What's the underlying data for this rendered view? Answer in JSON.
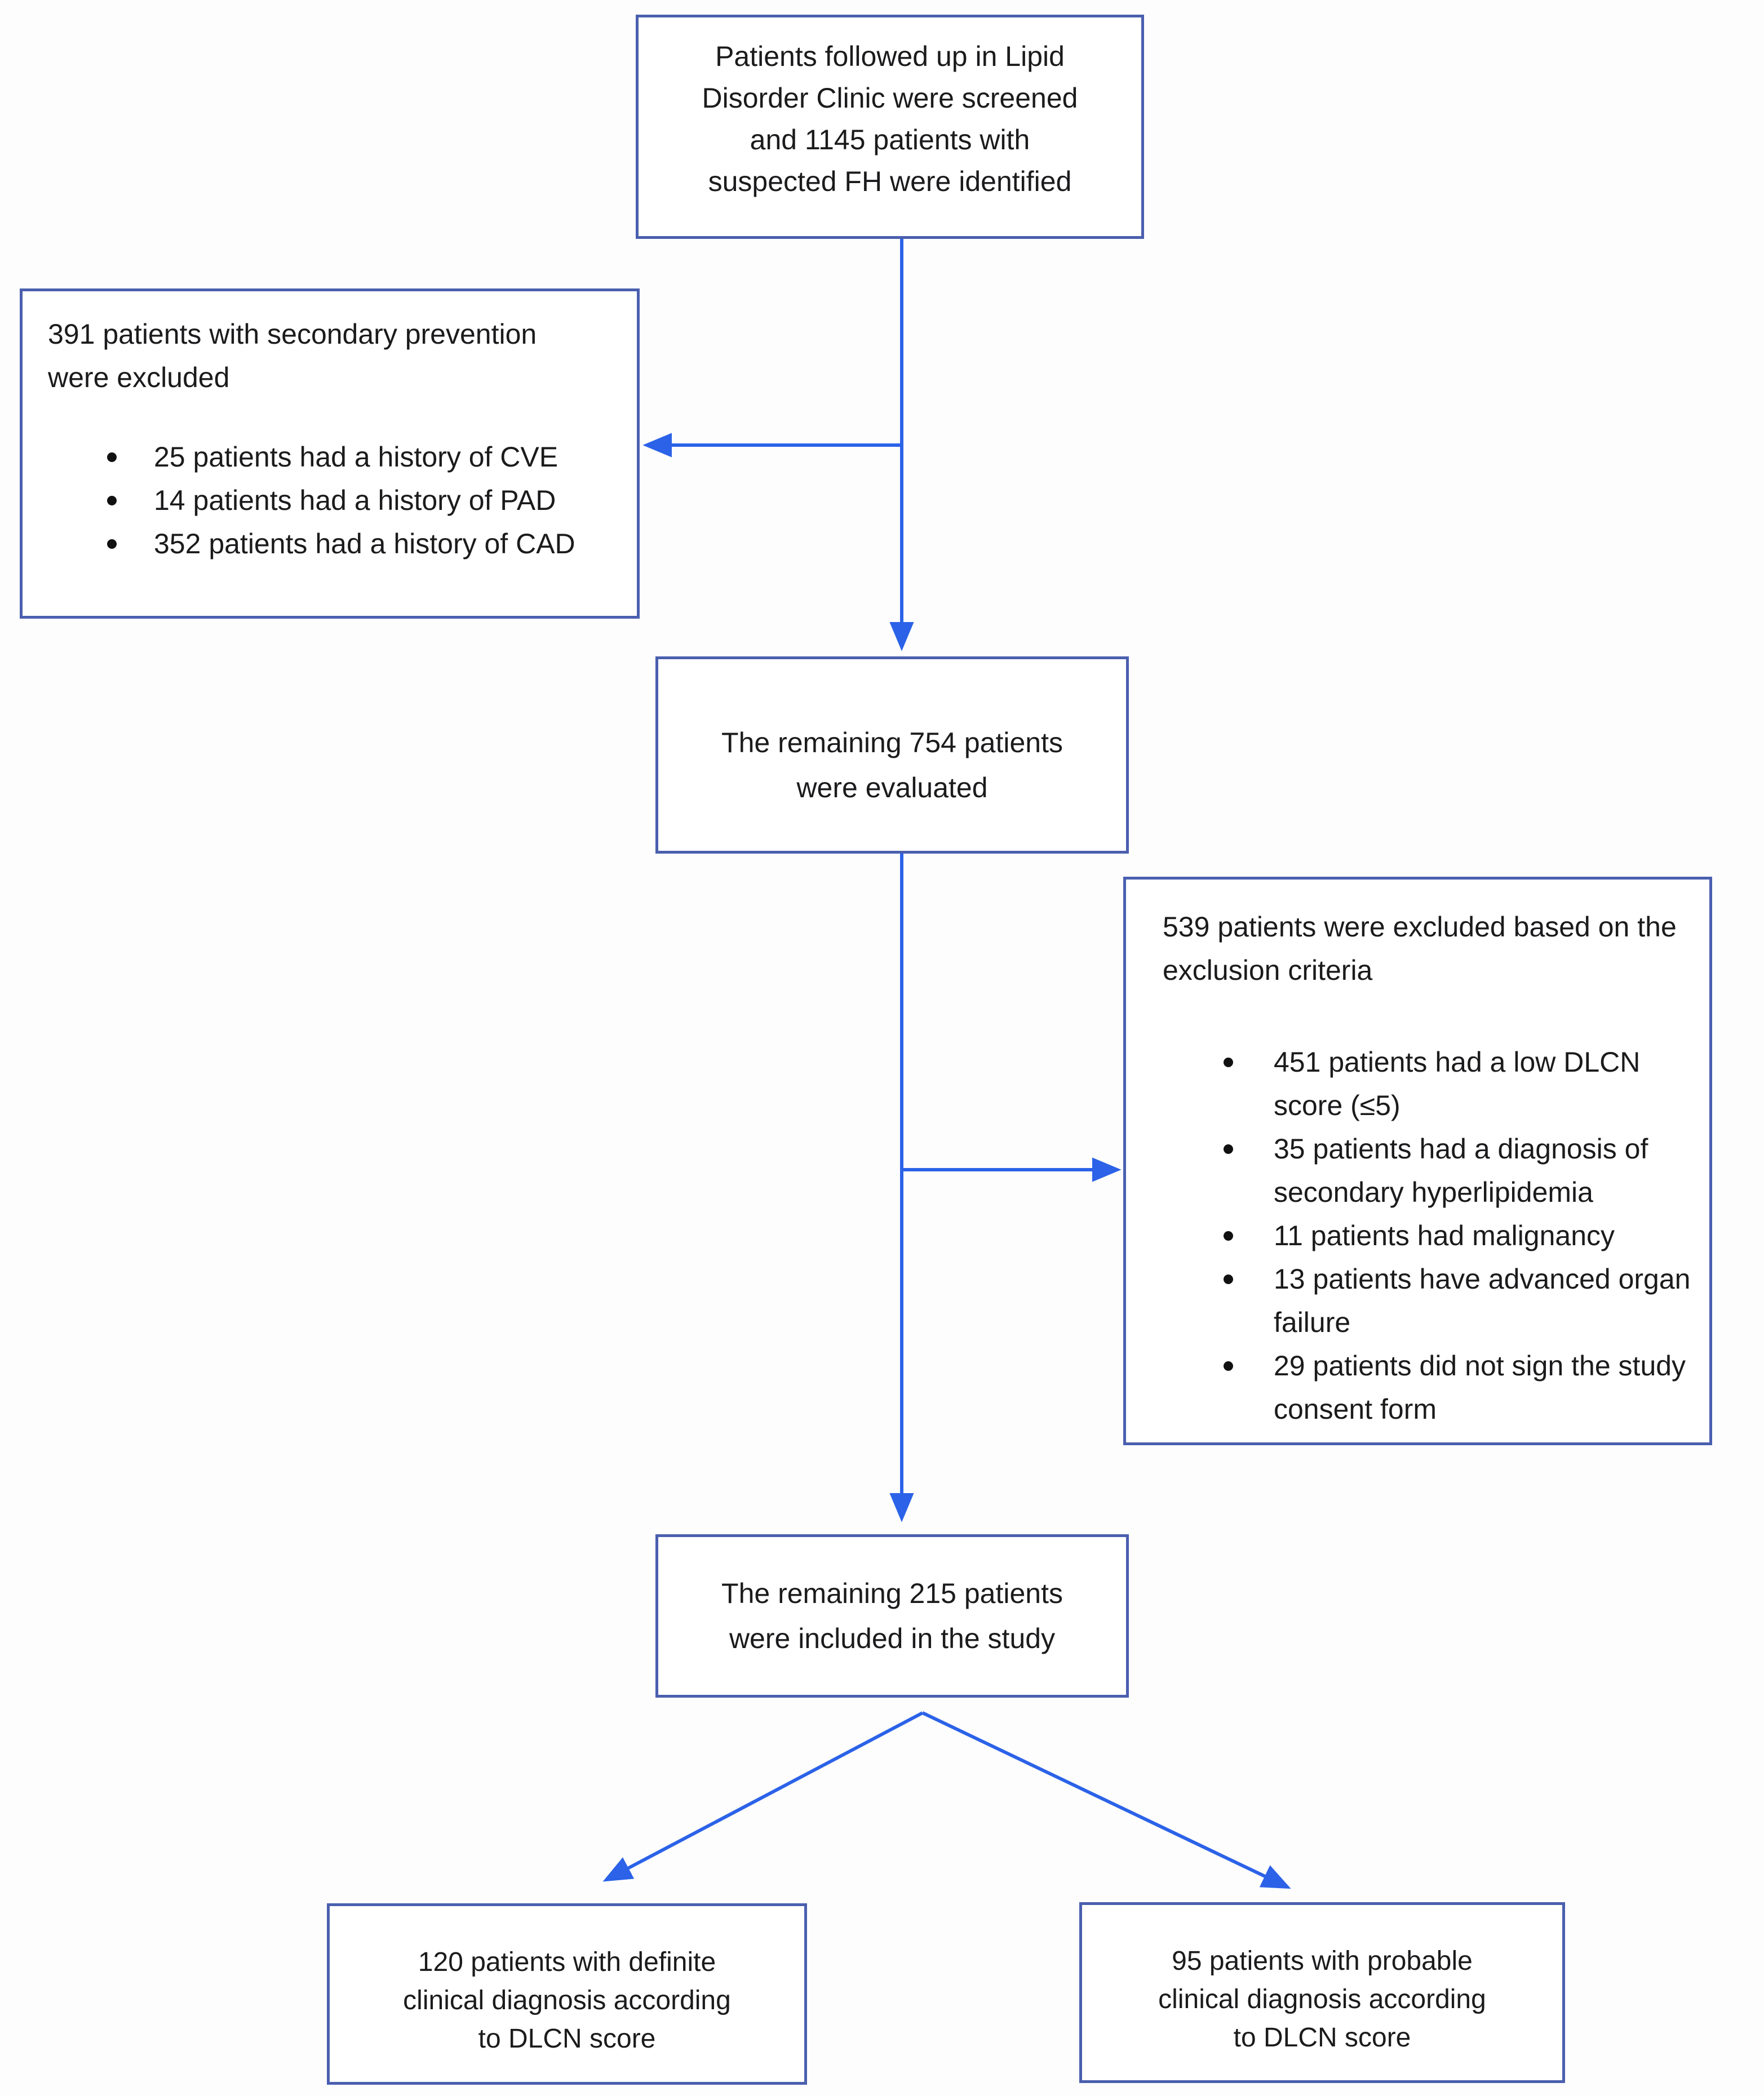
{
  "diagram": {
    "type": "flowchart",
    "background": "#fdfdfd",
    "box_border_color": "#4a5fae",
    "arrow_color": "#2b62e8",
    "text_color": "#1b1b1d"
  },
  "boxes": {
    "screened": {
      "lines": [
        "Patients followed up in Lipid",
        "Disorder Clinic were screened",
        "and 1145 patients with",
        "suspected FH were identified"
      ]
    },
    "secondary_prevention": {
      "title_lines": [
        "391 patients with secondary prevention",
        "were excluded"
      ],
      "bullets": [
        "25 patients had a history of CVE",
        "14 patients had a history of PAD",
        "352 patients had a history of CAD"
      ]
    },
    "evaluated": {
      "lines": [
        "The remaining 754 patients",
        "were evaluated"
      ]
    },
    "excluded": {
      "title_lines": [
        "539 patients were excluded based on the",
        "exclusion criteria"
      ],
      "bullets": [
        {
          "lines": [
            "451 patients had a low DLCN",
            "score (≤5)"
          ]
        },
        {
          "lines": [
            "35 patients had a diagnosis of",
            "secondary hyperlipidemia"
          ]
        },
        {
          "lines": [
            "11 patients had malignancy"
          ]
        },
        {
          "lines": [
            "13 patients have advanced organ",
            "failure"
          ]
        },
        {
          "lines": [
            "29 patients did not sign the study",
            "consent form"
          ]
        }
      ]
    },
    "included": {
      "lines": [
        "The remaining 215 patients",
        "were included in the study"
      ]
    },
    "definite": {
      "lines": [
        "120 patients with definite",
        "clinical diagnosis according",
        "to DLCN score"
      ]
    },
    "probable": {
      "lines": [
        "95 patients with probable",
        "clinical diagnosis according",
        "to DLCN score"
      ]
    }
  }
}
